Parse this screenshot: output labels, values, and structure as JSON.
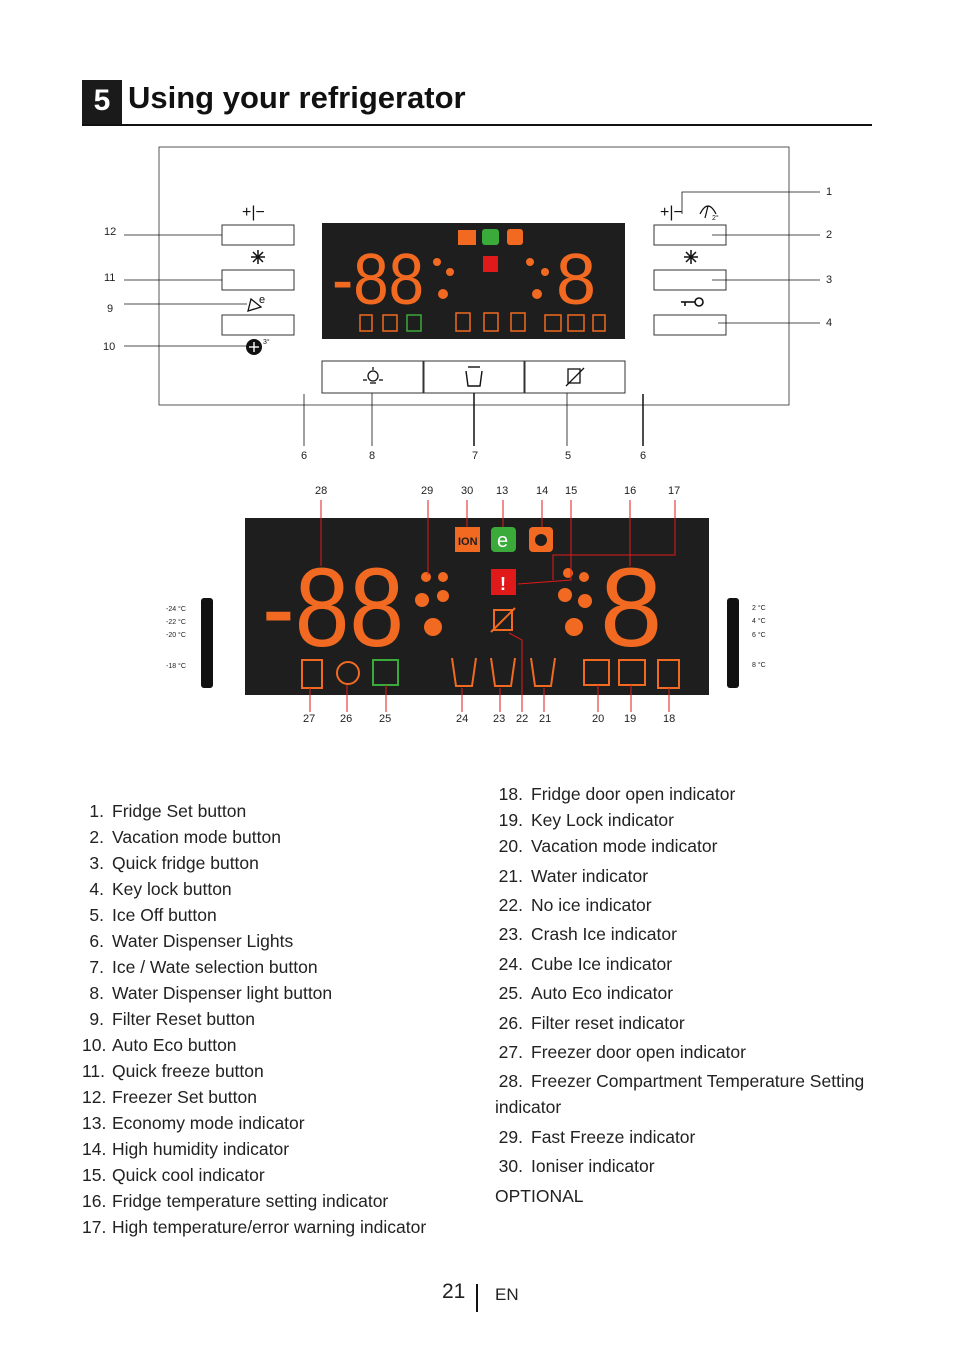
{
  "section": {
    "number": "5",
    "title": "Using your refrigerator"
  },
  "panel": {
    "callouts_top": [
      "1",
      "2",
      "3",
      "4",
      "12",
      "11",
      "9",
      "10"
    ],
    "callouts_bottom": [
      "6",
      "8",
      "7",
      "5",
      "6"
    ],
    "freezer_set_symbol": "+|−",
    "fridge_set_symbol": "+|−",
    "seg_left": "-88",
    "seg_right": "8",
    "ion_label": "ION",
    "eco_label": "e",
    "warning_label": "!",
    "temp_3": "3°",
    "temp_2": "2°"
  },
  "display": {
    "callouts_top": [
      "28",
      "29",
      "30",
      "13",
      "14",
      "15",
      "16",
      "17"
    ],
    "callouts_bottom": [
      "27",
      "26",
      "25",
      "24",
      "23",
      "22",
      "21",
      "20",
      "19",
      "18"
    ],
    "freezer_scale": [
      "-24 °C",
      "-22 °C",
      "-20 °C",
      "-18 °C"
    ],
    "fridge_scale": [
      "2 °C",
      "4 °C",
      "6 °C",
      "8 °C"
    ]
  },
  "legend_left": [
    {
      "n": "1.",
      "t": "Fridge Set button"
    },
    {
      "n": "2.",
      "t": "Vacation mode button"
    },
    {
      "n": "3.",
      "t": "Quick fridge button"
    },
    {
      "n": "4.",
      "t": "Key lock button"
    },
    {
      "n": "5.",
      "t": "Ice Off button"
    },
    {
      "n": "6.",
      "t": "Water Dispenser Lights"
    },
    {
      "n": "7.",
      "t": "Ice / Wate selection button"
    },
    {
      "n": "8.",
      "t": "Water Dispenser light button"
    },
    {
      "n": "9.",
      "t": "Filter Reset button"
    },
    {
      "n": "10.",
      "t": "Auto Eco button"
    },
    {
      "n": "11.",
      "t": "Quick freeze button"
    },
    {
      "n": "12.",
      "t": "Freezer Set button"
    },
    {
      "n": "13.",
      "t": "Economy mode indicator"
    },
    {
      "n": "14.",
      "t": "High humidity indicator"
    },
    {
      "n": "15.",
      "t": "Quick cool indicator"
    },
    {
      "n": "16.",
      "t": "Fridge temperature setting indicator"
    },
    {
      "n": "17.",
      "t": "High temperature/error warning indicator"
    }
  ],
  "legend_right": [
    {
      "n": "18.",
      "t": "Fridge door open indicator"
    },
    {
      "n": "19.",
      "t": "Key Lock indicator"
    },
    {
      "n": "20.",
      "t": "Vacation mode indicator"
    },
    {
      "n": "21.",
      "t": "Water indicator"
    },
    {
      "n": "22.",
      "t": "No ice indicator"
    },
    {
      "n": "23.",
      "t": "Crash Ice indicator"
    },
    {
      "n": "24.",
      "t": "Cube Ice indicator"
    },
    {
      "n": "25.",
      "t": "Auto Eco indicator"
    },
    {
      "n": "26.",
      "t": "Filter reset indicator"
    },
    {
      "n": "27.",
      "t": "Freezer door open indicator"
    },
    {
      "n": "28.",
      "t": "Freezer Compartment Temperature Setting"
    },
    {
      "n": "",
      "t": "indicator"
    },
    {
      "n": "29.",
      "t": "Fast Freeze indicator"
    },
    {
      "n": "30.",
      "t": "Ioniser indicator"
    },
    {
      "n": "",
      "t": "OPTIONAL"
    }
  ],
  "footer": {
    "page": "21",
    "lang": "EN"
  },
  "colors": {
    "orange": "#f26a21",
    "green": "#3aaa3a",
    "red": "#e0191a",
    "panel_bg": "#1e1e1e"
  }
}
